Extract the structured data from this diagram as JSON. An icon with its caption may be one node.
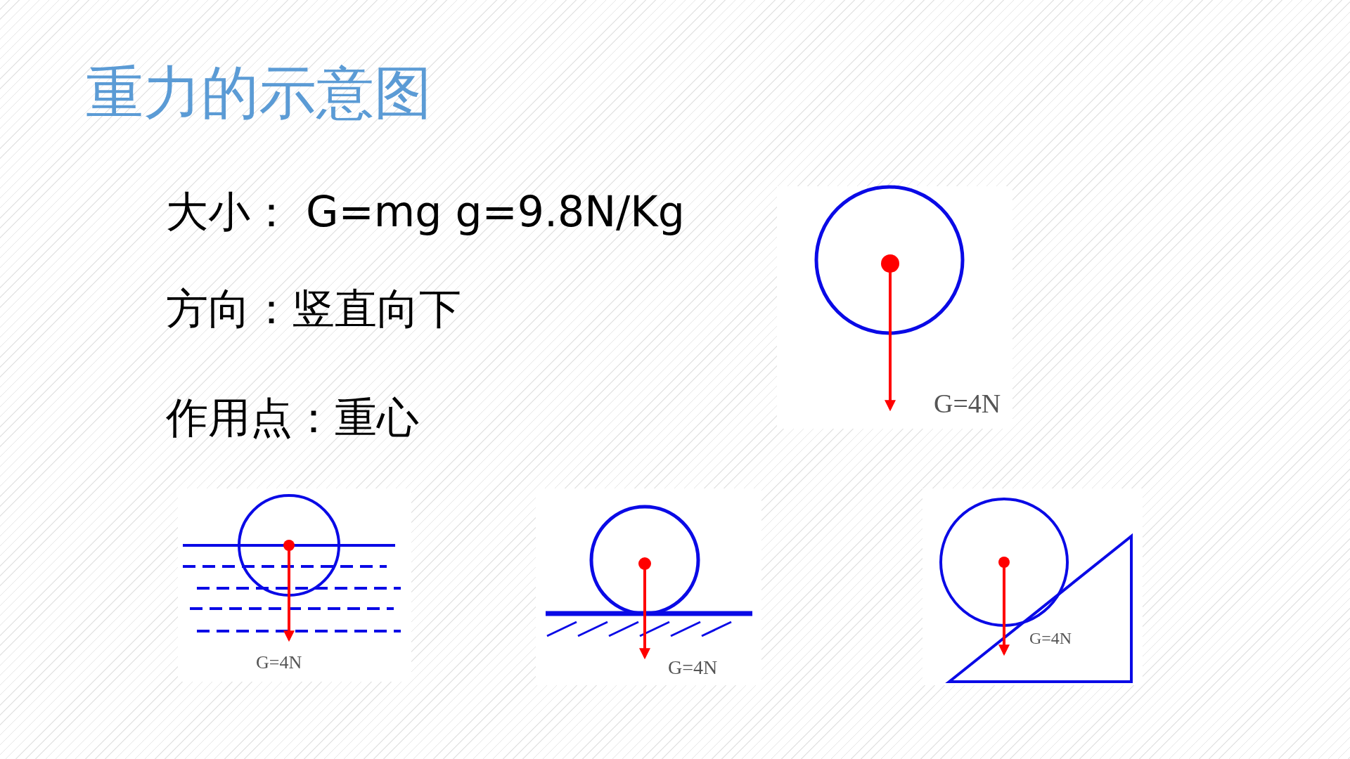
{
  "diagram": {
    "title": "重力的示意图",
    "labels": [
      "大小： G=mg g=9.8N/Kg",
      "方向：竖直向下",
      "作用点：重心",
      "G=4N",
      "G=4N",
      "G=4N",
      "G=4N"
    ]
  }
}
